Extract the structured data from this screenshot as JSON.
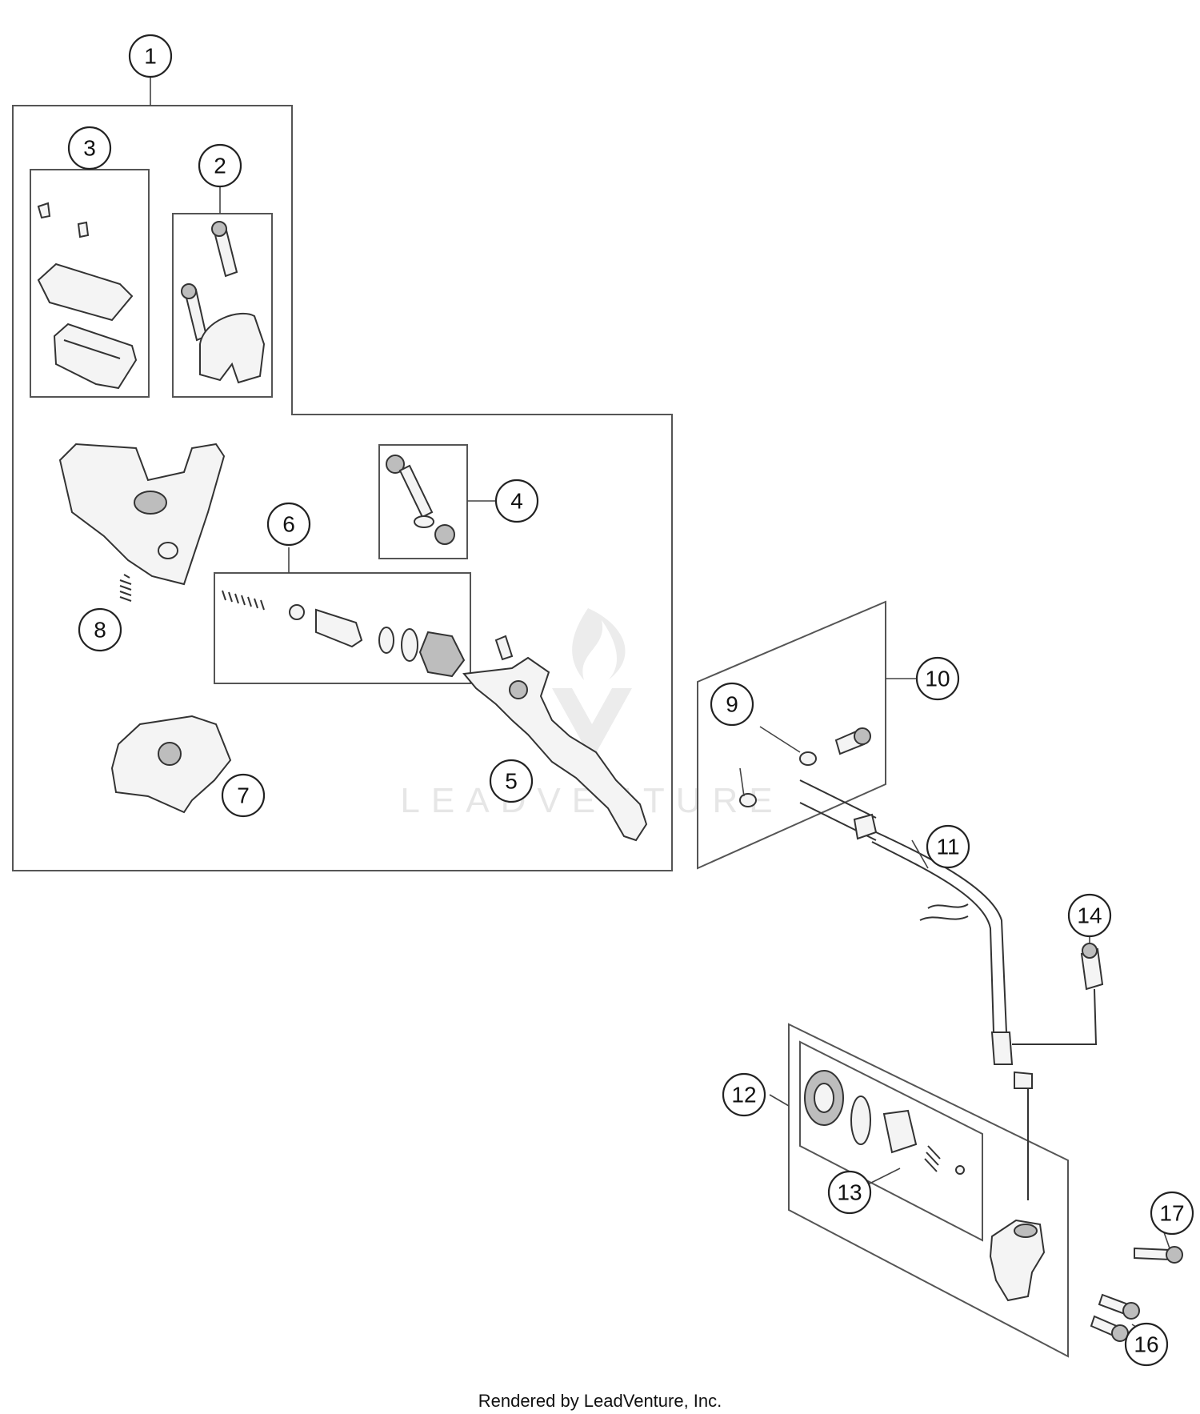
{
  "callouts": [
    "1",
    "2",
    "3",
    "4",
    "5",
    "6",
    "7",
    "8",
    "9",
    "10",
    "11",
    "12",
    "13",
    "14",
    "16",
    "17"
  ],
  "watermark": {
    "text": "LEADVENTURE"
  },
  "footer": {
    "text": "Rendered by LeadVenture, Inc."
  },
  "colors": {
    "line": "#333333",
    "box": "#555555",
    "part_fill": "#f4f4f4",
    "watermark": "#e6e6e6"
  }
}
